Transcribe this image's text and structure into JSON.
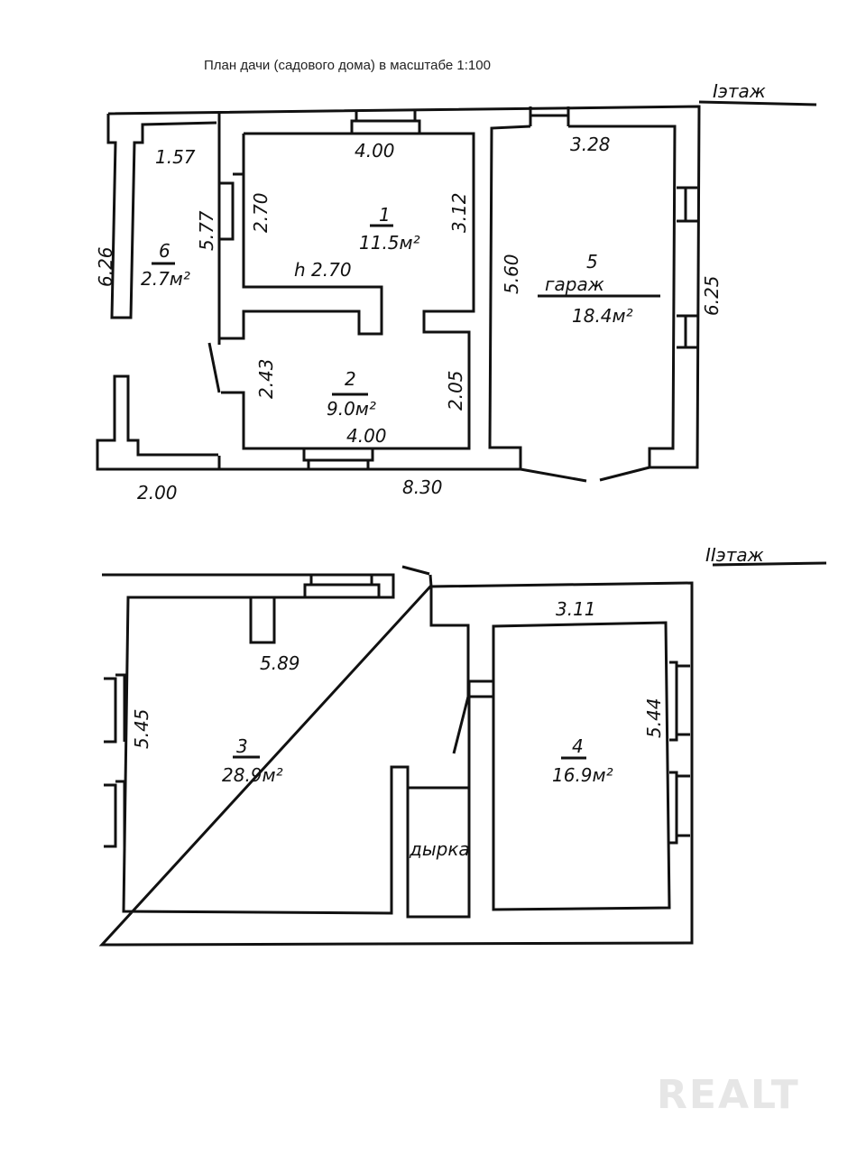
{
  "title": "План дачи (садового дома) в масштабе 1:100",
  "floor1": {
    "label": "Iэтаж",
    "dims": {
      "top_room6": "1.57",
      "left_outer": "6.26",
      "room6_right": "5.77",
      "room1_top": "4.00",
      "room1_left": "2.70",
      "room1_right": "3.12",
      "height": "h 2.70",
      "room2_left": "2.43",
      "room2_right": "2.05",
      "room2_bottom": "4.00",
      "garage_top": "3.28",
      "garage_left": "5.60",
      "garage_right": "6.25",
      "bottom_left": "2.00",
      "bottom_total": "8.30"
    },
    "rooms": [
      {
        "num": "1",
        "area": "11.5м²"
      },
      {
        "num": "2",
        "area": "9.0м²"
      },
      {
        "num": "5",
        "name": "гараж",
        "area": "18.4м²"
      },
      {
        "num": "6",
        "area": "2.7м²"
      }
    ]
  },
  "floor2": {
    "label": "IIэтаж",
    "dims": {
      "room3_top": "5.89",
      "room3_left": "5.45",
      "room4_top": "3.11",
      "room4_right": "5.44"
    },
    "rooms": [
      {
        "num": "3",
        "area": "28.9м²"
      },
      {
        "num": "4",
        "area": "16.9м²"
      },
      {
        "name": "дырка"
      }
    ]
  },
  "watermark": "REALT"
}
